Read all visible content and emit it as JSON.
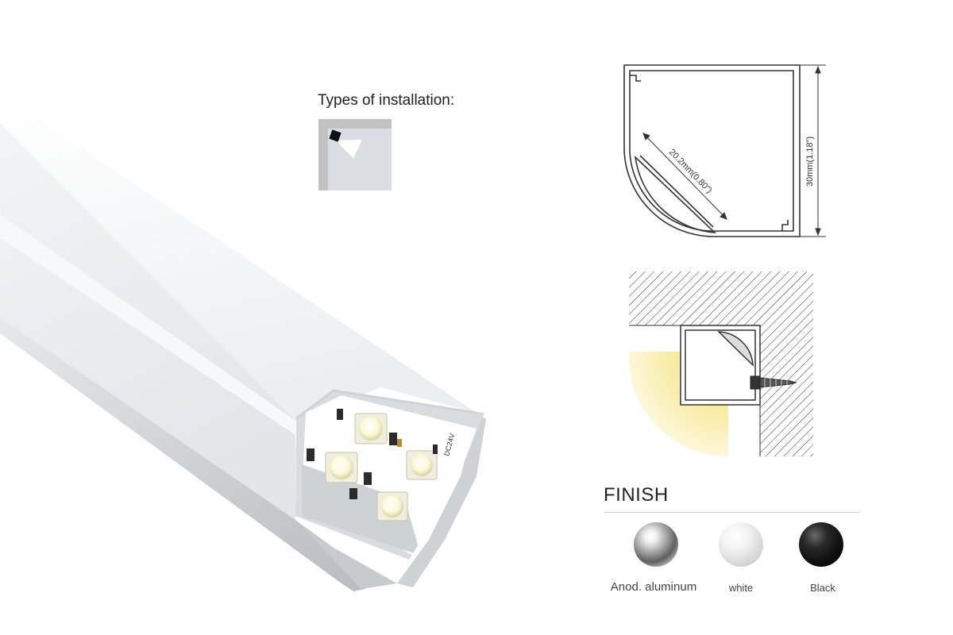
{
  "installation": {
    "title": "Types of installation:",
    "icon": "corner-mount-icon"
  },
  "dimensions": {
    "diagonal": "20.2mm(0.80\")",
    "height": "30mm(1.18\")"
  },
  "finish": {
    "title": "FINISH",
    "options": [
      {
        "label": "Anod. aluminum",
        "color": "#9a9a9a"
      },
      {
        "label": "white",
        "color": "#e6e6e6"
      },
      {
        "label": "Black",
        "color": "#111111"
      }
    ]
  },
  "product": {
    "led_strip_text": "DC24V"
  }
}
